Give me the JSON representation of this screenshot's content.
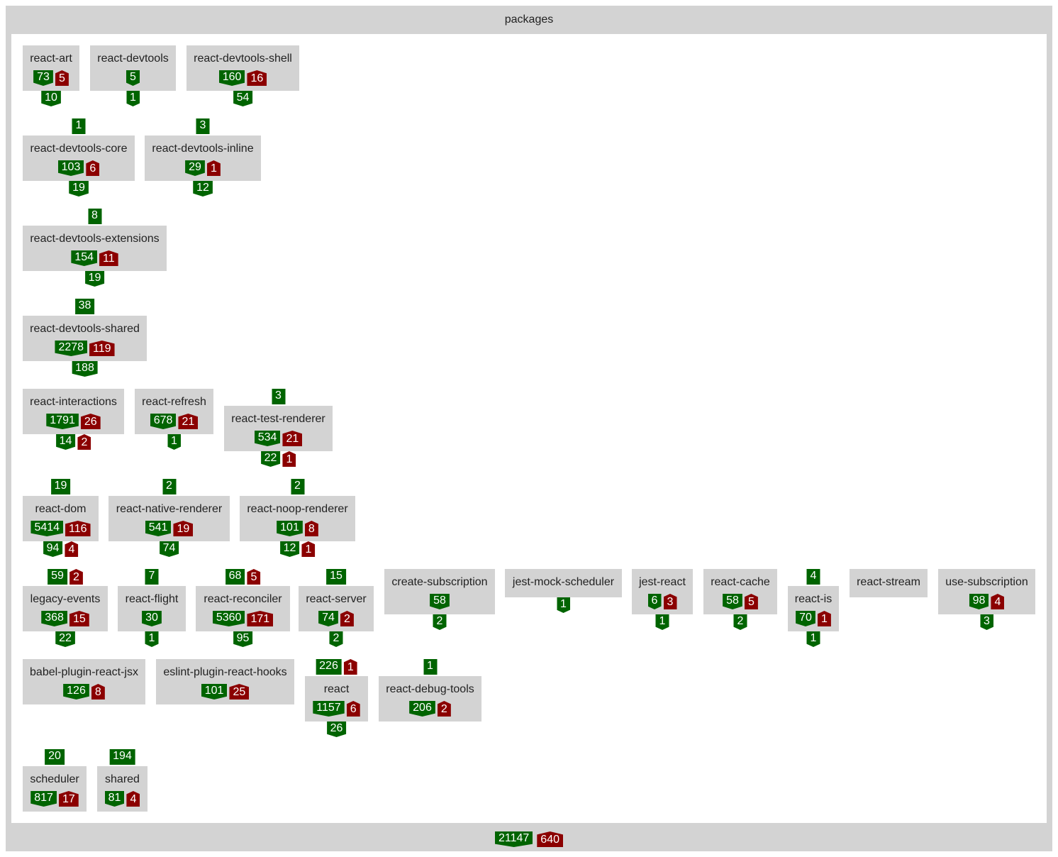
{
  "container": {
    "title": "packages",
    "totals": {
      "green": "21147",
      "red": "640"
    }
  },
  "packages": [
    {
      "name": "react-art",
      "stats": [
        "73",
        "5"
      ],
      "below": [
        "10"
      ]
    },
    {
      "name": "react-devtools",
      "stats": [
        "5"
      ],
      "below": [
        "1"
      ]
    },
    {
      "name": "react-devtools-shell",
      "stats": [
        "160",
        "16"
      ],
      "below": [
        "54"
      ]
    },
    {
      "name": "react-devtools-core",
      "above": [
        "1"
      ],
      "stats": [
        "103",
        "6"
      ],
      "below": [
        "19"
      ]
    },
    {
      "name": "react-devtools-inline",
      "above": [
        "3"
      ],
      "stats": [
        "29",
        "1"
      ],
      "below": [
        "12"
      ]
    },
    {
      "name": "react-devtools-extensions",
      "above": [
        "8"
      ],
      "stats": [
        "154",
        "11"
      ],
      "below": [
        "19"
      ]
    },
    {
      "name": "react-devtools-shared",
      "above": [
        "38"
      ],
      "stats": [
        "2278",
        "119"
      ],
      "below": [
        "188"
      ]
    },
    {
      "name": "react-interactions",
      "stats": [
        "1791",
        "26"
      ],
      "below": [
        "14",
        "2"
      ]
    },
    {
      "name": "react-refresh",
      "stats": [
        "678",
        "21"
      ],
      "below": [
        "1"
      ]
    },
    {
      "name": "react-test-renderer",
      "above": [
        "3"
      ],
      "stats": [
        "534",
        "21"
      ],
      "below": [
        "22",
        "1"
      ]
    },
    {
      "name": "react-dom",
      "above": [
        "19"
      ],
      "stats": [
        "5414",
        "116"
      ],
      "below": [
        "94",
        "4"
      ]
    },
    {
      "name": "react-native-renderer",
      "above": [
        "2"
      ],
      "stats": [
        "541",
        "19"
      ],
      "below": [
        "74"
      ]
    },
    {
      "name": "react-noop-renderer",
      "above": [
        "2"
      ],
      "stats": [
        "101",
        "8"
      ],
      "below": [
        "12",
        "1"
      ]
    },
    {
      "name": "legacy-events",
      "above": [
        "59",
        "2"
      ],
      "stats": [
        "368",
        "15"
      ],
      "below": [
        "22"
      ]
    },
    {
      "name": "react-flight",
      "above": [
        "7"
      ],
      "stats": [
        "30"
      ],
      "below": [
        "1"
      ]
    },
    {
      "name": "react-reconciler",
      "above": [
        "68",
        "5"
      ],
      "stats": [
        "5360",
        "171"
      ],
      "below": [
        "95"
      ]
    },
    {
      "name": "react-server",
      "above": [
        "15"
      ],
      "stats": [
        "74",
        "2"
      ],
      "below": [
        "2"
      ]
    },
    {
      "name": "create-subscription",
      "stats": [
        "58"
      ],
      "below": [
        "2"
      ]
    },
    {
      "name": "jest-mock-scheduler",
      "below": [
        "1"
      ]
    },
    {
      "name": "jest-react",
      "stats": [
        "6",
        "3"
      ],
      "below": [
        "1"
      ]
    },
    {
      "name": "react-cache",
      "stats": [
        "58",
        "5"
      ],
      "below": [
        "2"
      ]
    },
    {
      "name": "react-is",
      "above": [
        "4"
      ],
      "stats": [
        "70",
        "1"
      ],
      "below": [
        "1"
      ]
    },
    {
      "name": "react-stream"
    },
    {
      "name": "use-subscription",
      "stats": [
        "98",
        "4"
      ],
      "below": [
        "3"
      ]
    },
    {
      "name": "babel-plugin-react-jsx",
      "stats": [
        "126",
        "8"
      ]
    },
    {
      "name": "eslint-plugin-react-hooks",
      "stats": [
        "101",
        "25"
      ]
    },
    {
      "name": "react",
      "above": [
        "226",
        "1"
      ],
      "stats": [
        "1157",
        "6"
      ],
      "below": [
        "26"
      ]
    },
    {
      "name": "react-debug-tools",
      "above": [
        "1"
      ],
      "stats": [
        "206",
        "2"
      ]
    },
    {
      "name": "scheduler",
      "above": [
        "20"
      ],
      "stats": [
        "817",
        "17"
      ]
    },
    {
      "name": "shared",
      "above": [
        "194"
      ],
      "stats": [
        "81",
        "4"
      ]
    }
  ],
  "colors": {
    "green": "#006400",
    "red": "#8b0000",
    "box": "#d3d3d3"
  }
}
